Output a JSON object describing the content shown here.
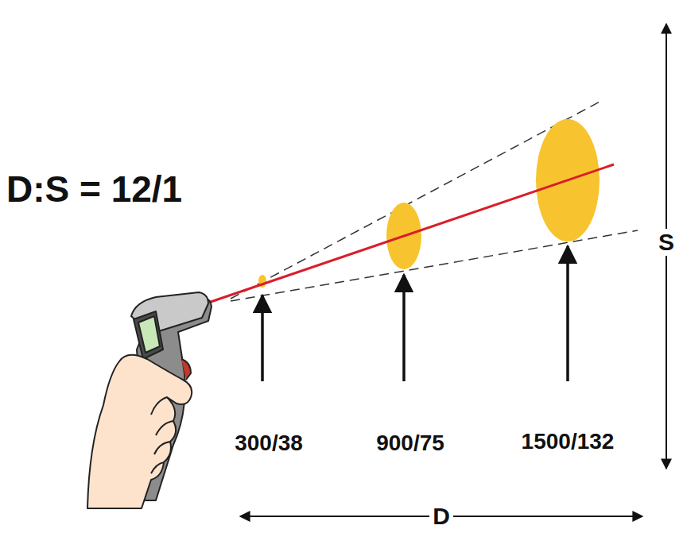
{
  "diagram": {
    "labels": [
      "D:S = 12/1",
      "300/38",
      "900/75",
      "1500/132",
      "S",
      "D"
    ]
  }
}
